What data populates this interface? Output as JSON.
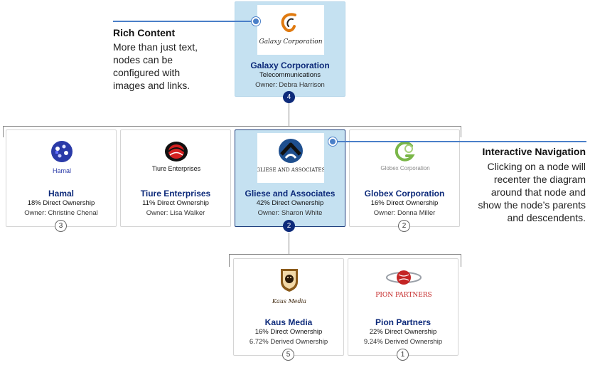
{
  "callouts": {
    "rich": {
      "heading": "Rich Content",
      "lines": [
        "More than just text,",
        "nodes can be",
        "configured with",
        "images and links."
      ]
    },
    "nav": {
      "heading": "Interactive Navigation",
      "lines": [
        "Clicking on a node will",
        "recenter the diagram",
        "around that node and",
        "show the node’s parents",
        "and descendents."
      ]
    }
  },
  "colors": {
    "title_blue": "#0d2a7a",
    "selected_fill": "#c5e1f1",
    "callout_blue": "#4a7fc8",
    "connector_gray": "#8a8a8a"
  },
  "root": {
    "name": "Galaxy Corporation",
    "industry": "Telecommunications",
    "owner": "Owner: Debra Harrison",
    "badge": "4",
    "logo_text": "Galaxy Corporation",
    "logo_icon": "galaxy-swoosh-icon"
  },
  "children": [
    {
      "name": "Hamal",
      "ownership": "18% Direct Ownership",
      "owner": "Owner: Christine Chenal",
      "badge": "3",
      "logo_text": "Hamal",
      "logo_icon": "hamal-puzzle-icon"
    },
    {
      "name": "Tiure Enterprises",
      "ownership": "11% Direct Ownership",
      "owner": "Owner: Lisa Walker",
      "badge": "",
      "logo_text": "Tiure Enterprises",
      "logo_icon": "tiure-globe-icon"
    },
    {
      "name": "Gliese and Associates",
      "ownership": "42% Direct Ownership",
      "owner": "Owner: Sharon White",
      "badge": "2",
      "logo_text": "GLIESE AND ASSOCIATES",
      "logo_icon": "gliese-house-icon",
      "selected": true
    },
    {
      "name": "Globex Corporation",
      "ownership": "16% Direct Ownership",
      "owner": "Owner: Donna Miller",
      "badge": "2",
      "logo_text": "Globex Corporation",
      "logo_icon": "globex-g-icon"
    }
  ],
  "grandchildren": [
    {
      "name": "Kaus Media",
      "ownership": "16% Direct Ownership",
      "derived": "6.72% Derived Ownership",
      "badge": "5",
      "logo_text": "Kaus Media",
      "logo_icon": "kaus-lion-shield-icon"
    },
    {
      "name": "Pion Partners",
      "ownership": "22% Direct Ownership",
      "derived": "9.24% Derived Ownership",
      "badge": "1",
      "logo_text": "PION PARTNERS",
      "logo_icon": "pion-ball-icon"
    }
  ]
}
